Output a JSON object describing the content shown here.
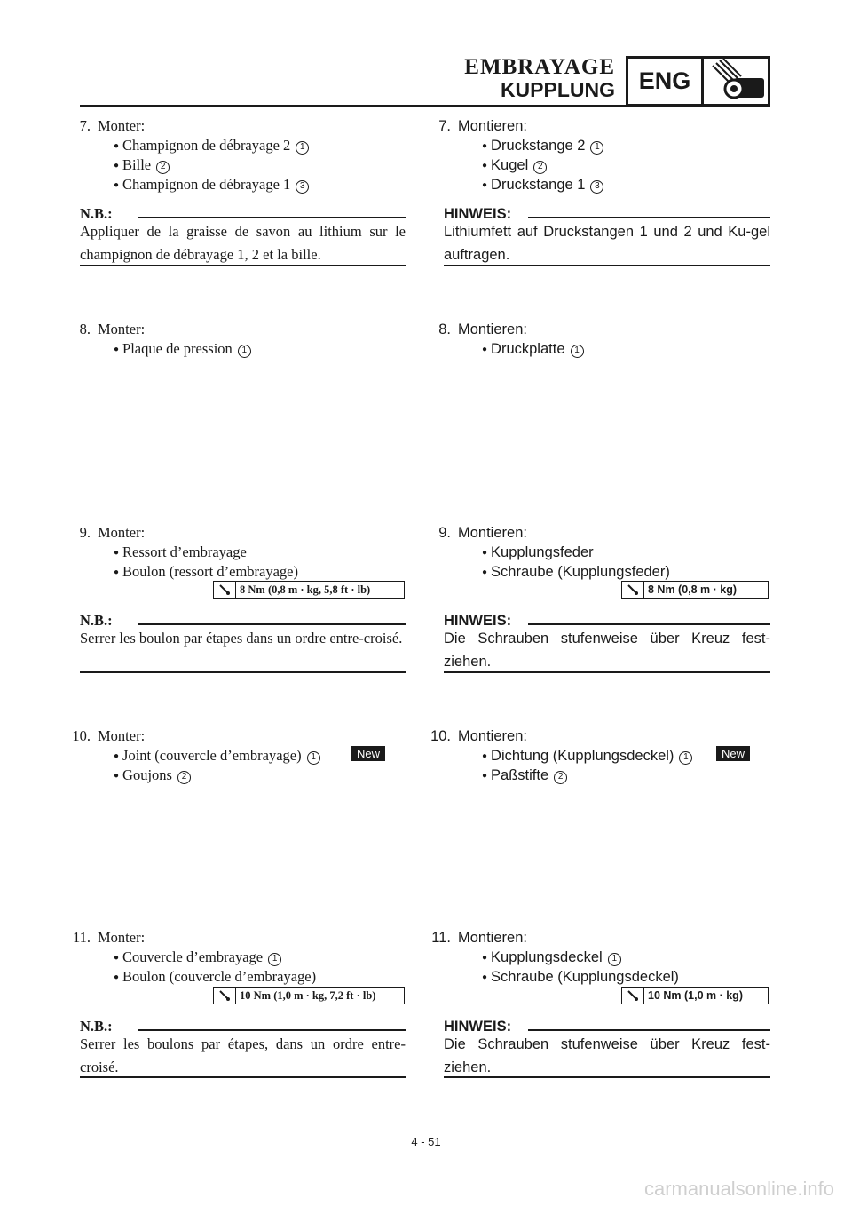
{
  "header": {
    "title_fr": "EMBRAYAGE",
    "title_de": "KUPPLUNG",
    "badge": "ENG",
    "section_icon": "engine-piston-icon"
  },
  "fr": {
    "s7": {
      "num": "7.",
      "verb": "Monter:",
      "items": [
        "Champignon de débrayage 2",
        "Bille",
        "Champignon de débrayage 1"
      ],
      "refs": [
        "1",
        "2",
        "3"
      ]
    },
    "note1": {
      "title": "N.B.:",
      "text": "Appliquer de la graisse de savon au lithium sur le champignon de débrayage 1, 2 et la bille."
    },
    "s8": {
      "num": "8.",
      "verb": "Monter:",
      "items": [
        "Plaque de pression"
      ],
      "refs": [
        "1"
      ]
    },
    "s9": {
      "num": "9.",
      "verb": "Monter:",
      "items": [
        "Ressort d’embrayage",
        "Boulon (ressort d’embrayage)"
      ],
      "torque": "8 Nm (0,8 m · kg, 5,8 ft · lb)"
    },
    "note2": {
      "title": "N.B.:",
      "text": "Serrer les boulon par étapes dans un ordre entre-croisé."
    },
    "s10": {
      "num": "10.",
      "verb": "Monter:",
      "items": [
        "Joint (couvercle d’embrayage)",
        "Goujons"
      ],
      "refs": [
        "1",
        "2"
      ],
      "new": "New"
    },
    "s11": {
      "num": "11.",
      "verb": "Monter:",
      "items": [
        "Couvercle d’embrayage",
        "Boulon (couvercle d’embrayage)"
      ],
      "refs": [
        "1"
      ],
      "torque": "10 Nm (1,0 m · kg, 7,2 ft · lb)"
    },
    "note3": {
      "title": "N.B.:",
      "text": "Serrer les boulons par étapes, dans un ordre entre-croisé."
    }
  },
  "de": {
    "s7": {
      "num": "7.",
      "verb": "Montieren:",
      "items": [
        "Druckstange 2",
        "Kugel",
        "Druckstange 1"
      ],
      "refs": [
        "1",
        "2",
        "3"
      ]
    },
    "note1": {
      "title": "HINWEIS:",
      "text": "Lithiumfett auf Druckstangen 1 und 2 und Ku-gel auftragen."
    },
    "s8": {
      "num": "8.",
      "verb": "Montieren:",
      "items": [
        "Druckplatte"
      ],
      "refs": [
        "1"
      ]
    },
    "s9": {
      "num": "9.",
      "verb": "Montieren:",
      "items": [
        "Kupplungsfeder",
        "Schraube (Kupplungsfeder)"
      ],
      "torque": "8 Nm (0,8 m · kg)"
    },
    "note2": {
      "title": "HINWEIS:",
      "text": "Die Schrauben stufenweise über Kreuz fest-ziehen."
    },
    "s10": {
      "num": "10.",
      "verb": "Montieren:",
      "items": [
        "Dichtung (Kupplungsdeckel)",
        "Paßstifte"
      ],
      "refs": [
        "1",
        "2"
      ],
      "new": "New"
    },
    "s11": {
      "num": "11.",
      "verb": "Montieren:",
      "items": [
        "Kupplungsdeckel",
        "Schraube (Kupplungsdeckel)"
      ],
      "refs": [
        "1"
      ],
      "torque": "10 Nm (1,0 m · kg)"
    },
    "note3": {
      "title": "HINWEIS:",
      "text": "Die Schrauben stufenweise über Kreuz fest-ziehen."
    }
  },
  "footer": {
    "page": "4 - 51",
    "watermark": "carmanualsonline.info"
  }
}
